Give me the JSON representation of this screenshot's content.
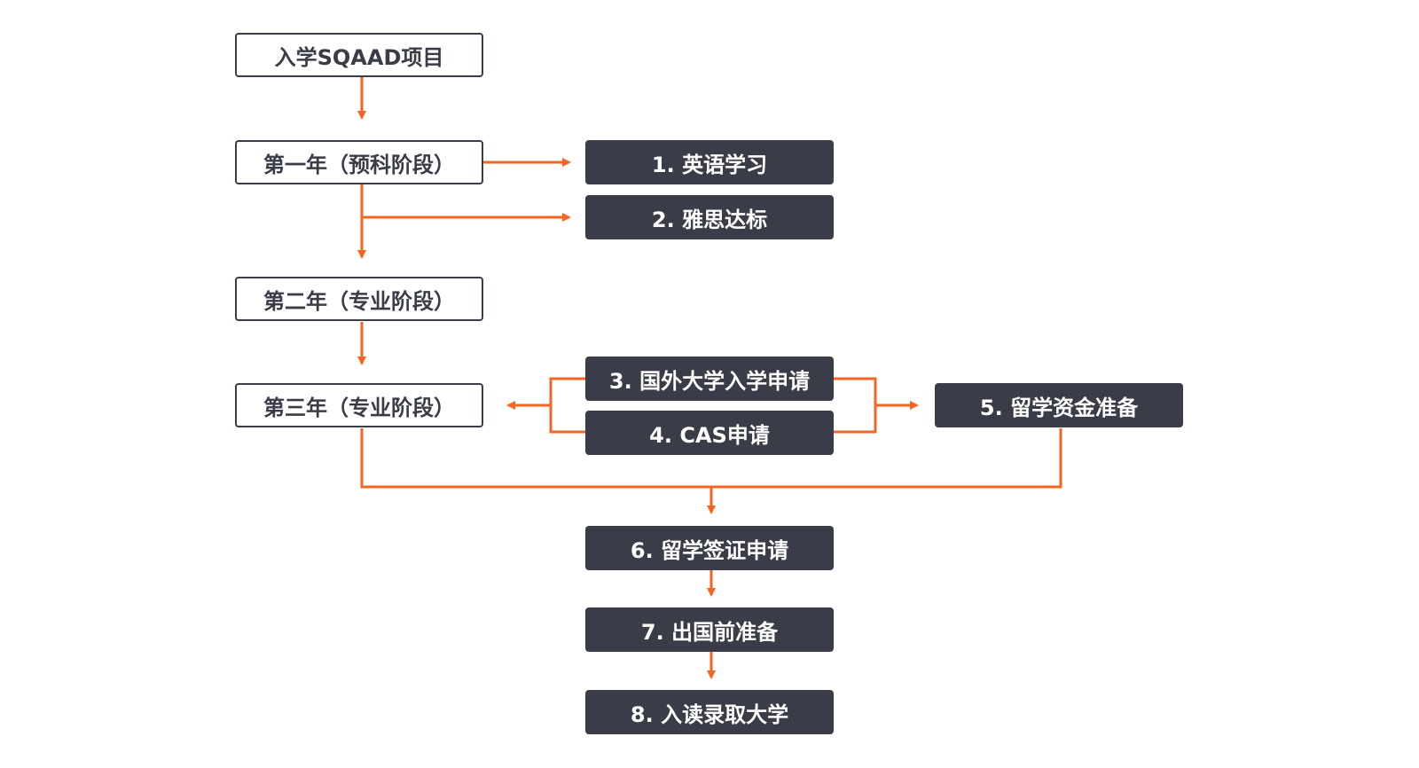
{
  "colors": {
    "arrow": "#f26522",
    "dark_box": "#3a3d47",
    "outline_box": "#3a3d47"
  },
  "stages": {
    "enroll": "入学SQAAD项目",
    "year1": "第一年（预科阶段）",
    "year2": "第二年（专业阶段）",
    "year3": "第三年（专业阶段）"
  },
  "steps": {
    "s1": "1. 英语学习",
    "s2": "2. 雅思达标",
    "s3": "3. 国外大学入学申请",
    "s4": "4. CAS申请",
    "s5": "5. 留学资金准备",
    "s6": "6. 留学签证申请",
    "s7": "7. 出国前准备",
    "s8": "8. 入读录取大学"
  }
}
